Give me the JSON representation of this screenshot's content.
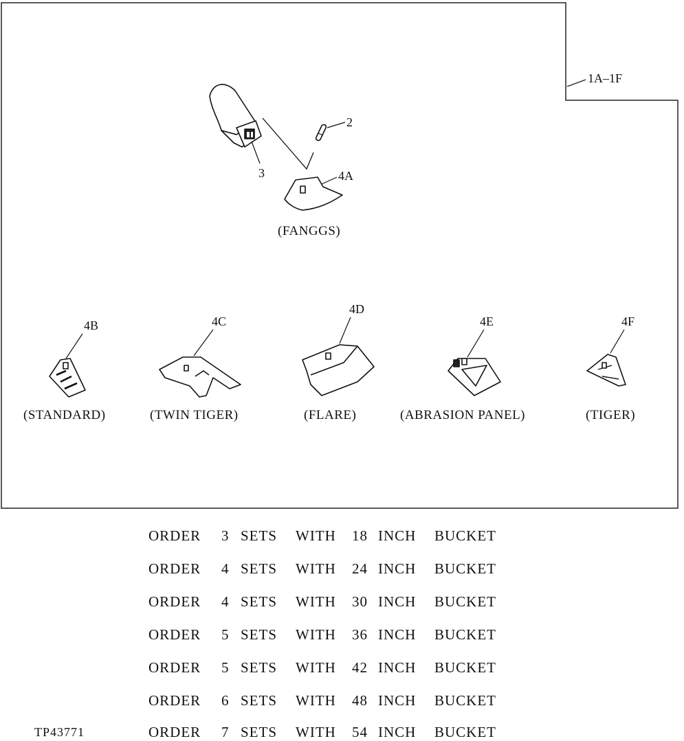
{
  "figure": {
    "reference": "1A–1F",
    "callouts": {
      "c2": "2",
      "c3": "3",
      "c4A": "4A",
      "c4B": "4B",
      "c4C": "4C",
      "c4D": "4D",
      "c4E": "4E",
      "c4F": "4F"
    },
    "labels": {
      "fanggs": "(FANGGS)",
      "standard": "(STANDARD)",
      "twin_tiger": "(TWIN TIGER)",
      "flare": "(FLARE)",
      "abrasion_panel": "(ABRASION PANEL)",
      "tiger": "(TIGER)"
    }
  },
  "orders": [
    {
      "word": "ORDER",
      "sets": "3",
      "sets_word": "SETS",
      "with": "WITH",
      "size": "18",
      "inch": "INCH",
      "bucket": "BUCKET"
    },
    {
      "word": "ORDER",
      "sets": "4",
      "sets_word": "SETS",
      "with": "WITH",
      "size": "24",
      "inch": "INCH",
      "bucket": "BUCKET"
    },
    {
      "word": "ORDER",
      "sets": "4",
      "sets_word": "SETS",
      "with": "WITH",
      "size": "30",
      "inch": "INCH",
      "bucket": "BUCKET"
    },
    {
      "word": "ORDER",
      "sets": "5",
      "sets_word": "SETS",
      "with": "WITH",
      "size": "36",
      "inch": "INCH",
      "bucket": "BUCKET"
    },
    {
      "word": "ORDER",
      "sets": "5",
      "sets_word": "SETS",
      "with": "WITH",
      "size": "42",
      "inch": "INCH",
      "bucket": "BUCKET"
    },
    {
      "word": "ORDER",
      "sets": "6",
      "sets_word": "SETS",
      "with": "WITH",
      "size": "48",
      "inch": "INCH",
      "bucket": "BUCKET"
    },
    {
      "word": "ORDER",
      "sets": "7",
      "sets_word": "SETS",
      "with": "WITH",
      "size": "54",
      "inch": "INCH",
      "bucket": "BUCKET"
    }
  ],
  "figure_id": "TP43771"
}
